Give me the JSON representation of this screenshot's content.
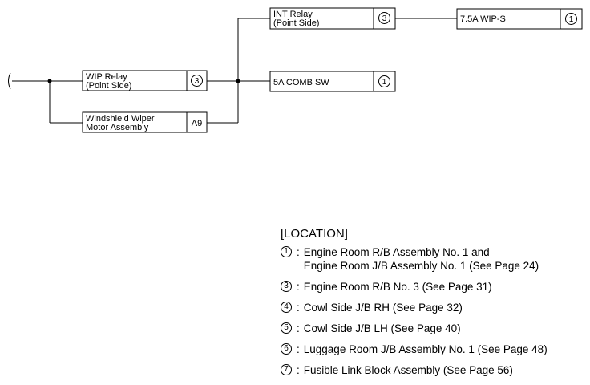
{
  "boxes": {
    "wip_relay": {
      "line1": "WIP Relay",
      "line2": "(Point Side)",
      "code": "3"
    },
    "windshield_motor": {
      "line1": "Windshield Wiper",
      "line2": "Motor Assembly",
      "code": "A9"
    },
    "int_relay": {
      "line1": "INT Relay",
      "line2": "(Point Side)",
      "code": "3"
    },
    "comb_sw": {
      "line1": "5A COMB SW",
      "code": "1"
    },
    "wip_s": {
      "line1": "7.5A WIP-S",
      "code": "1"
    }
  },
  "legend": {
    "title": "[LOCATION]",
    "items": [
      {
        "code": "1",
        "lines": [
          "Engine Room R/B Assembly No. 1 and",
          "Engine Room J/B Assembly No. 1 (See Page 24)"
        ]
      },
      {
        "code": "3",
        "lines": [
          "Engine Room R/B No. 3 (See Page 31)"
        ]
      },
      {
        "code": "4",
        "lines": [
          "Cowl Side J/B RH (See Page 32)"
        ]
      },
      {
        "code": "5",
        "lines": [
          "Cowl Side J/B LH (See Page 40)"
        ]
      },
      {
        "code": "6",
        "lines": [
          "Luggage Room J/B Assembly No. 1 (See Page 48)"
        ]
      },
      {
        "code": "7",
        "lines": [
          "Fusible Link Block Assembly (See Page 56)"
        ]
      }
    ]
  }
}
